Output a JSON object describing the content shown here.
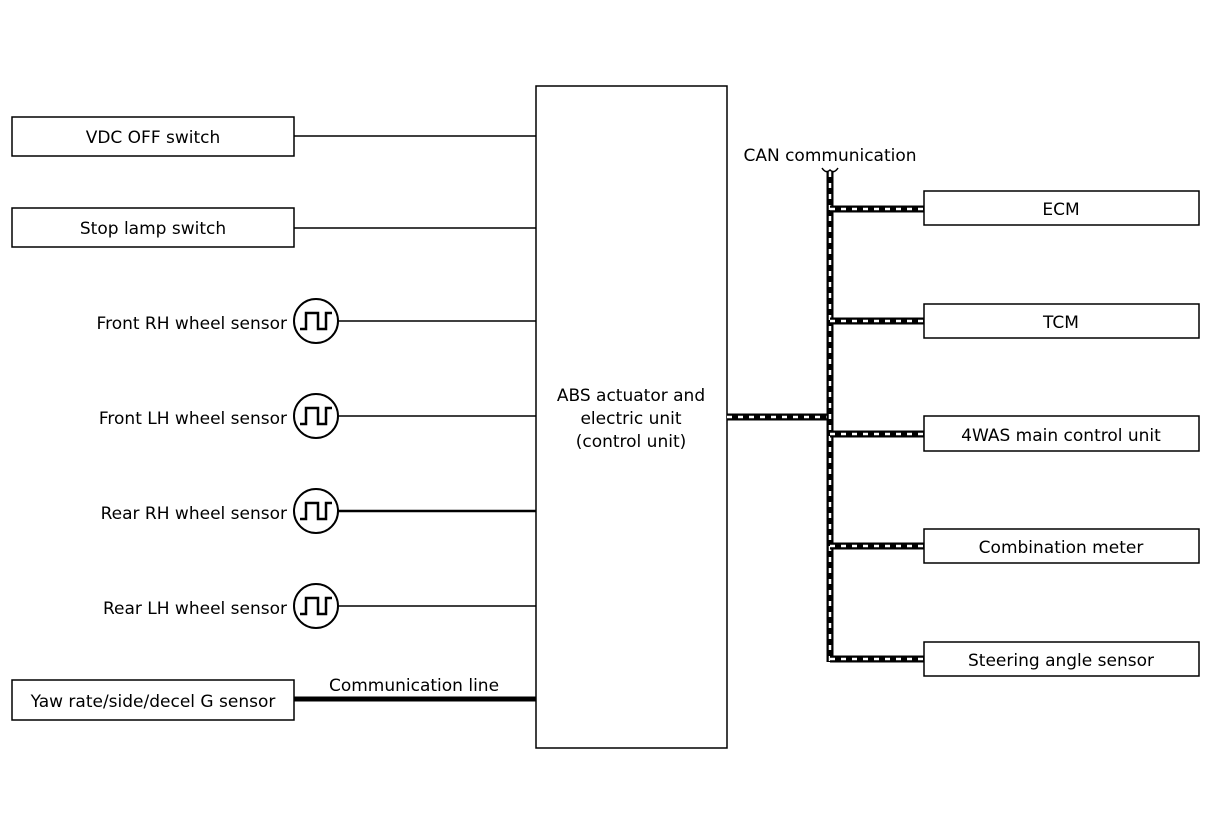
{
  "inputs": {
    "vdc_off_switch": "VDC OFF switch",
    "stop_lamp_switch": "Stop lamp switch",
    "front_rh_sensor": "Front RH wheel sensor",
    "front_lh_sensor": "Front LH wheel sensor",
    "rear_rh_sensor": "Rear RH wheel sensor",
    "rear_lh_sensor": "Rear LH wheel sensor",
    "yaw_rate_sensor": "Yaw rate/side/decel G sensor"
  },
  "communication_line_label": "Communication line",
  "control_unit": {
    "line1": "ABS actuator and",
    "line2": "electric unit",
    "line3": "(control unit)"
  },
  "can_label": "CAN communication",
  "outputs": {
    "ecm": "ECM",
    "tcm": "TCM",
    "fourwas": "4WAS main control unit",
    "combination_meter": "Combination meter",
    "steering_angle_sensor": "Steering angle sensor"
  }
}
